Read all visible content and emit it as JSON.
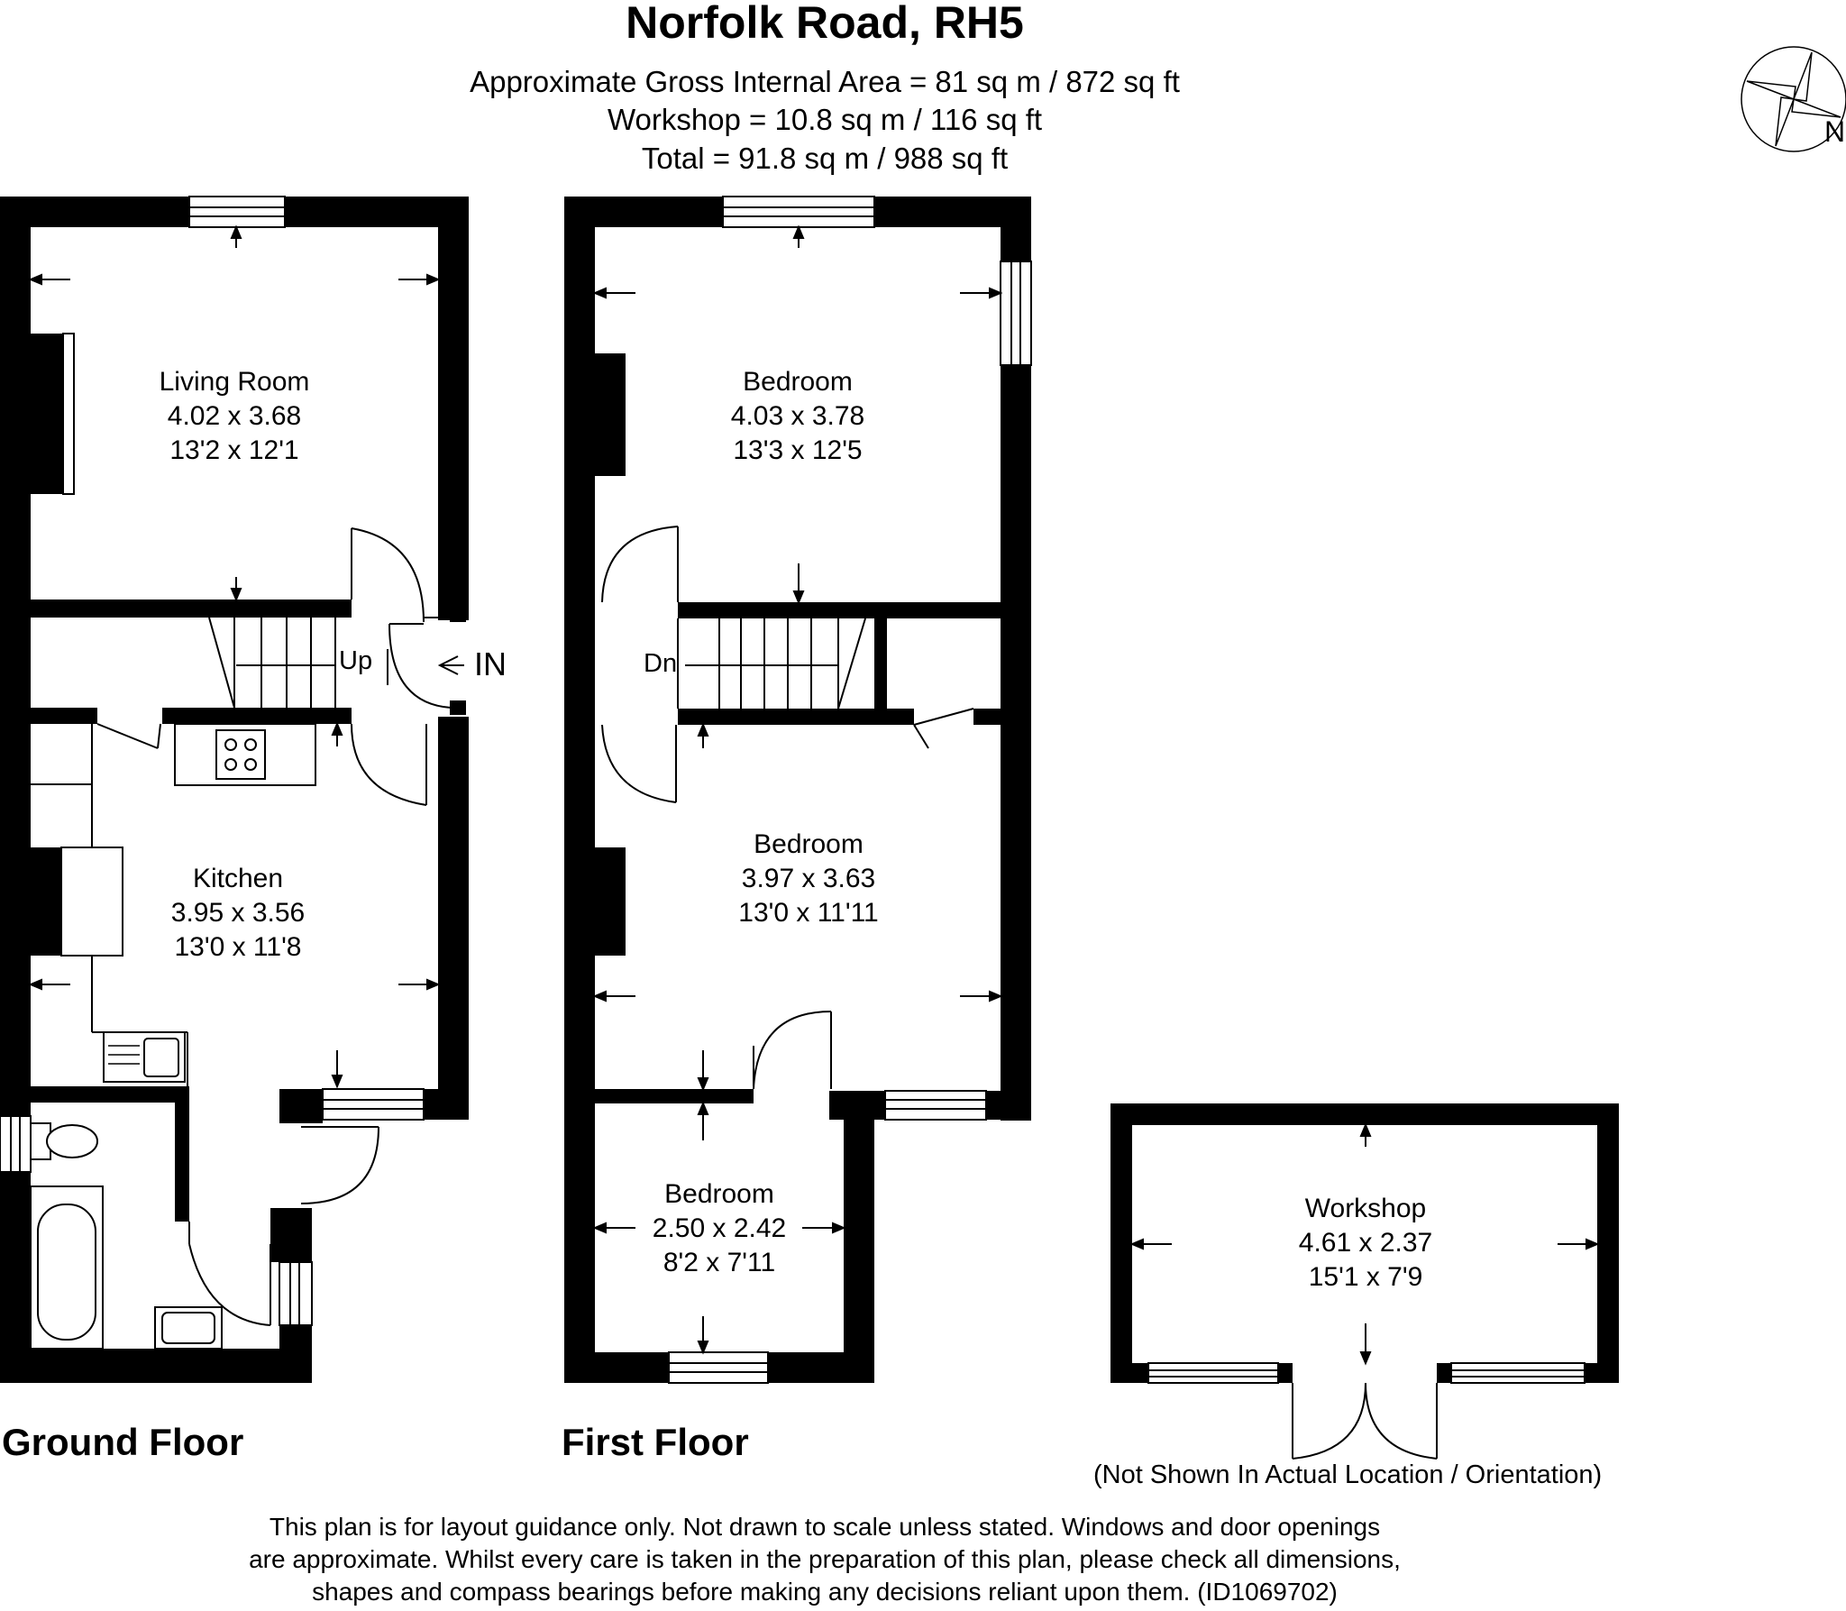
{
  "header": {
    "title": "Norfolk Road, RH5",
    "area_lines": [
      "Approximate Gross Internal Area = 81 sq m / 872 sq ft",
      "Workshop = 10.8 sq m / 116 sq ft",
      "Total = 91.8 sq m / 988 sq ft"
    ]
  },
  "compass": {
    "label": "N",
    "icon": "compass-rose-icon"
  },
  "ground_floor": {
    "label": "Ground Floor",
    "rooms": [
      {
        "name": "Living Room",
        "metric": "4.02 x 3.68",
        "imperial": "13'2 x 12'1"
      },
      {
        "name": "Kitchen",
        "metric": "3.95 x 3.56",
        "imperial": "13'0 x 11'8"
      }
    ],
    "stairs_label": "Up",
    "entrance_label": "IN"
  },
  "first_floor": {
    "label": "First Floor",
    "rooms": [
      {
        "name": "Bedroom",
        "metric": "4.03 x 3.78",
        "imperial": "13'3 x 12'5"
      },
      {
        "name": "Bedroom",
        "metric": "3.97 x 3.63",
        "imperial": "13'0 x 11'11"
      },
      {
        "name": "Bedroom",
        "metric": "2.50 x 2.42",
        "imperial": "8'2 x 7'11"
      }
    ],
    "stairs_label": "Dn"
  },
  "workshop": {
    "room": {
      "name": "Workshop",
      "metric": "4.61 x 2.37",
      "imperial": "15'1 x 7'9"
    },
    "note": "(Not Shown In Actual Location / Orientation)"
  },
  "disclaimer": [
    "This plan is for layout guidance only. Not drawn to scale unless stated. Windows and door openings",
    "are approximate. Whilst every care is taken in the preparation of this plan, please check all dimensions,",
    "shapes and compass bearings before making any decisions reliant upon them. (ID1069702)"
  ]
}
